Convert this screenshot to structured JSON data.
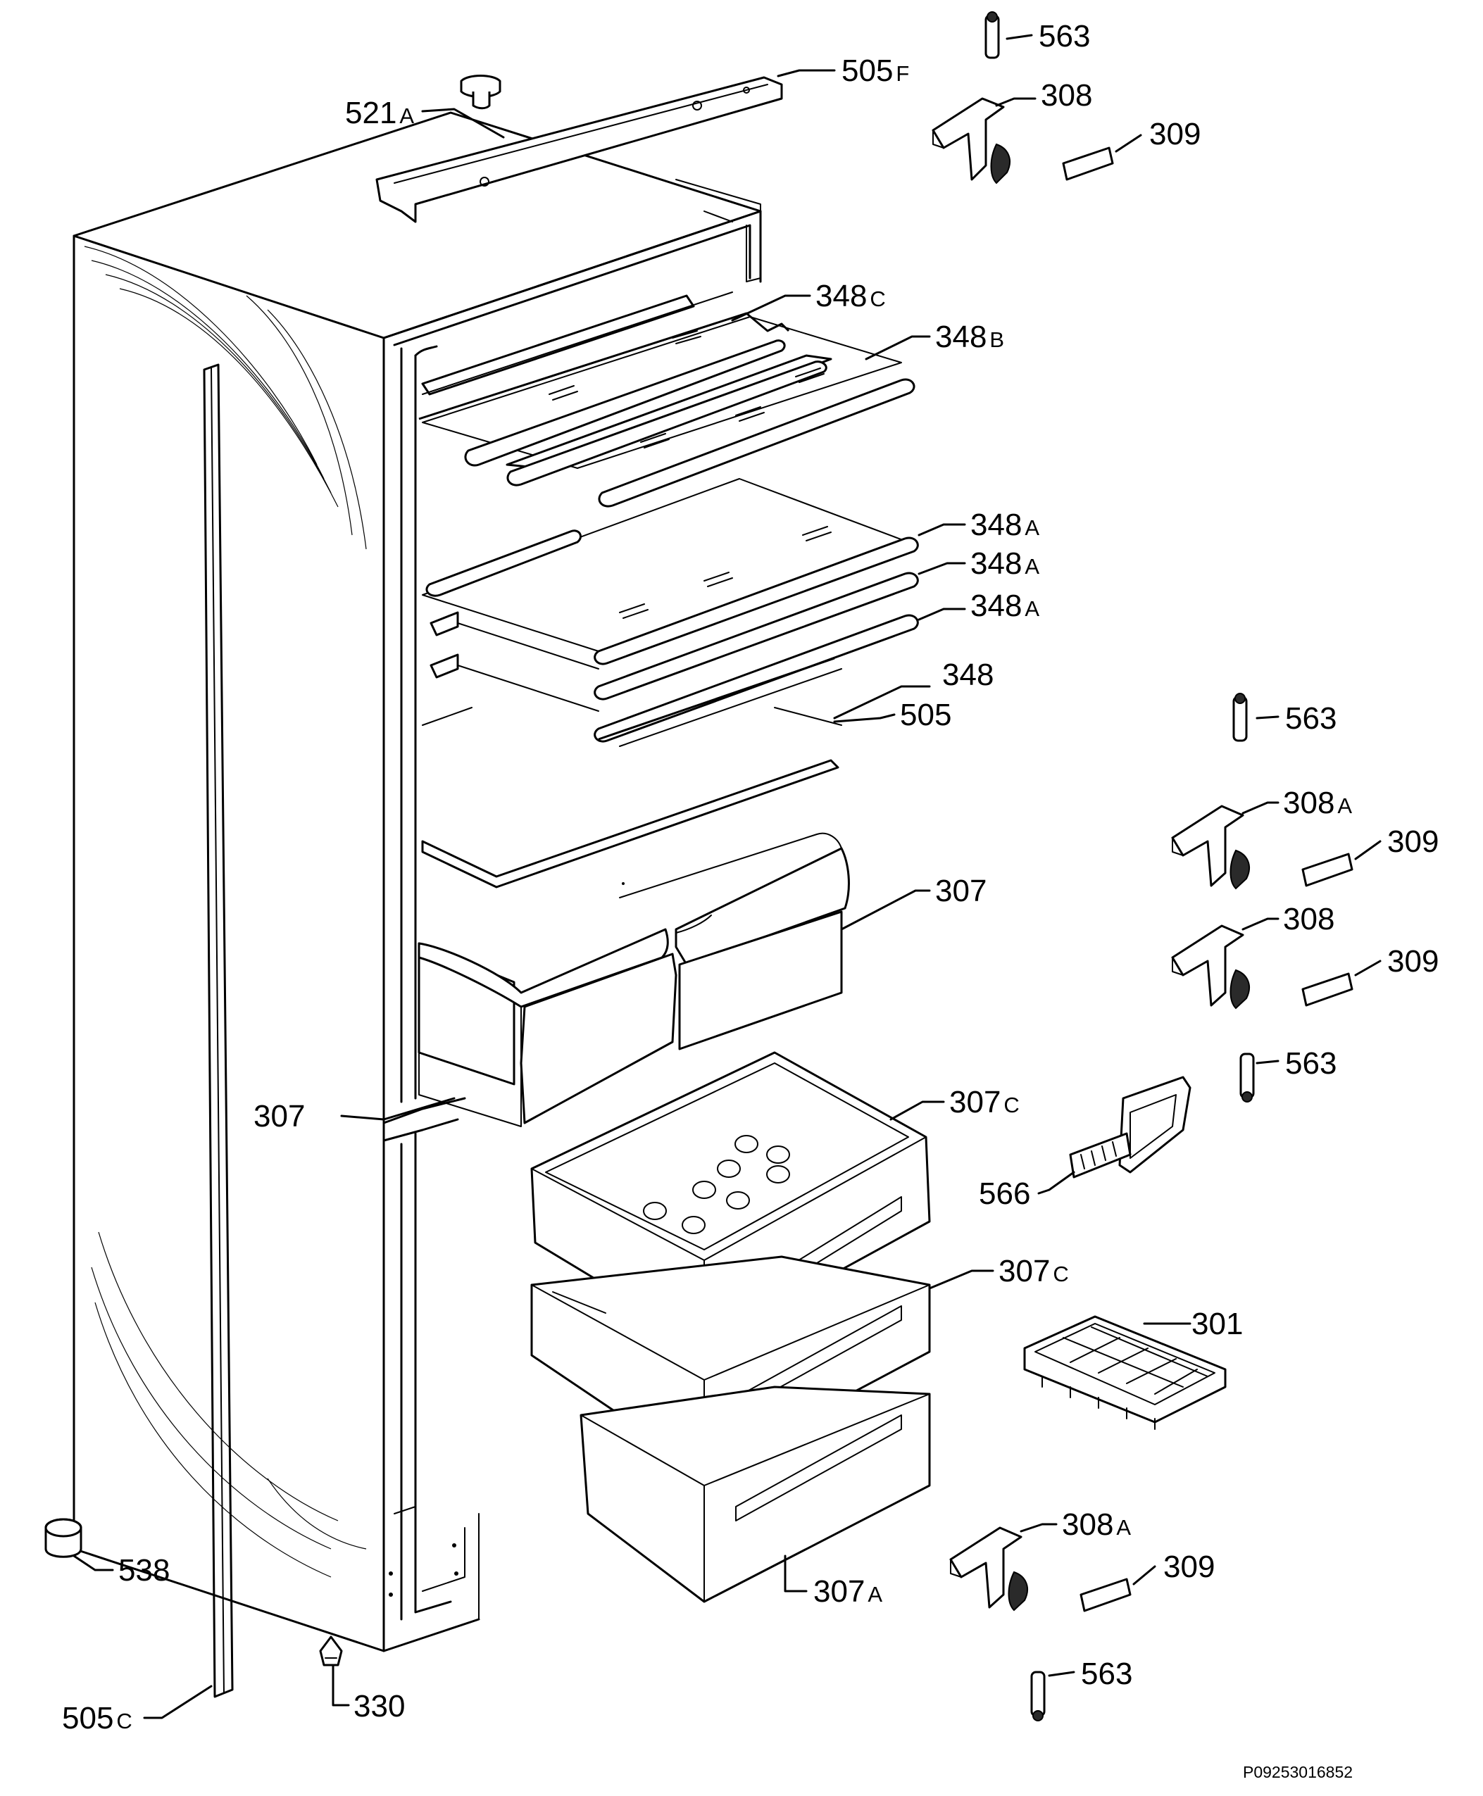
{
  "labels": {
    "l_563_top": {
      "num": "563",
      "suf": ""
    },
    "l_505f": {
      "num": "505",
      "suf": "F"
    },
    "l_521a": {
      "num": "521",
      "suf": "A"
    },
    "l_308_top": {
      "num": "308",
      "suf": ""
    },
    "l_309_top": {
      "num": "309",
      "suf": ""
    },
    "l_348c": {
      "num": "348",
      "suf": "C"
    },
    "l_348b": {
      "num": "348",
      "suf": "B"
    },
    "l_348a_1": {
      "num": "348",
      "suf": "A"
    },
    "l_348a_2": {
      "num": "348",
      "suf": "A"
    },
    "l_348a_3": {
      "num": "348",
      "suf": "A"
    },
    "l_348": {
      "num": "348",
      "suf": ""
    },
    "l_505": {
      "num": "505",
      "suf": ""
    },
    "l_563_mid": {
      "num": "563",
      "suf": ""
    },
    "l_308a_mid": {
      "num": "308",
      "suf": "A"
    },
    "l_309_mid1": {
      "num": "309",
      "suf": ""
    },
    "l_307_right": {
      "num": "307",
      "suf": ""
    },
    "l_308_mid": {
      "num": "308",
      "suf": ""
    },
    "l_309_mid2": {
      "num": "309",
      "suf": ""
    },
    "l_563_low": {
      "num": "563",
      "suf": ""
    },
    "l_307_left": {
      "num": "307",
      "suf": ""
    },
    "l_307c_1": {
      "num": "307",
      "suf": "C"
    },
    "l_566": {
      "num": "566",
      "suf": ""
    },
    "l_307c_2": {
      "num": "307",
      "suf": "C"
    },
    "l_301": {
      "num": "301",
      "suf": ""
    },
    "l_308a_low": {
      "num": "308",
      "suf": "A"
    },
    "l_309_low": {
      "num": "309",
      "suf": ""
    },
    "l_538": {
      "num": "538",
      "suf": ""
    },
    "l_307a": {
      "num": "307",
      "suf": "A"
    },
    "l_505c": {
      "num": "505",
      "suf": "C"
    },
    "l_563_bottom": {
      "num": "563",
      "suf": ""
    },
    "l_330": {
      "num": "330",
      "suf": ""
    }
  },
  "document_code": "P09253016852"
}
